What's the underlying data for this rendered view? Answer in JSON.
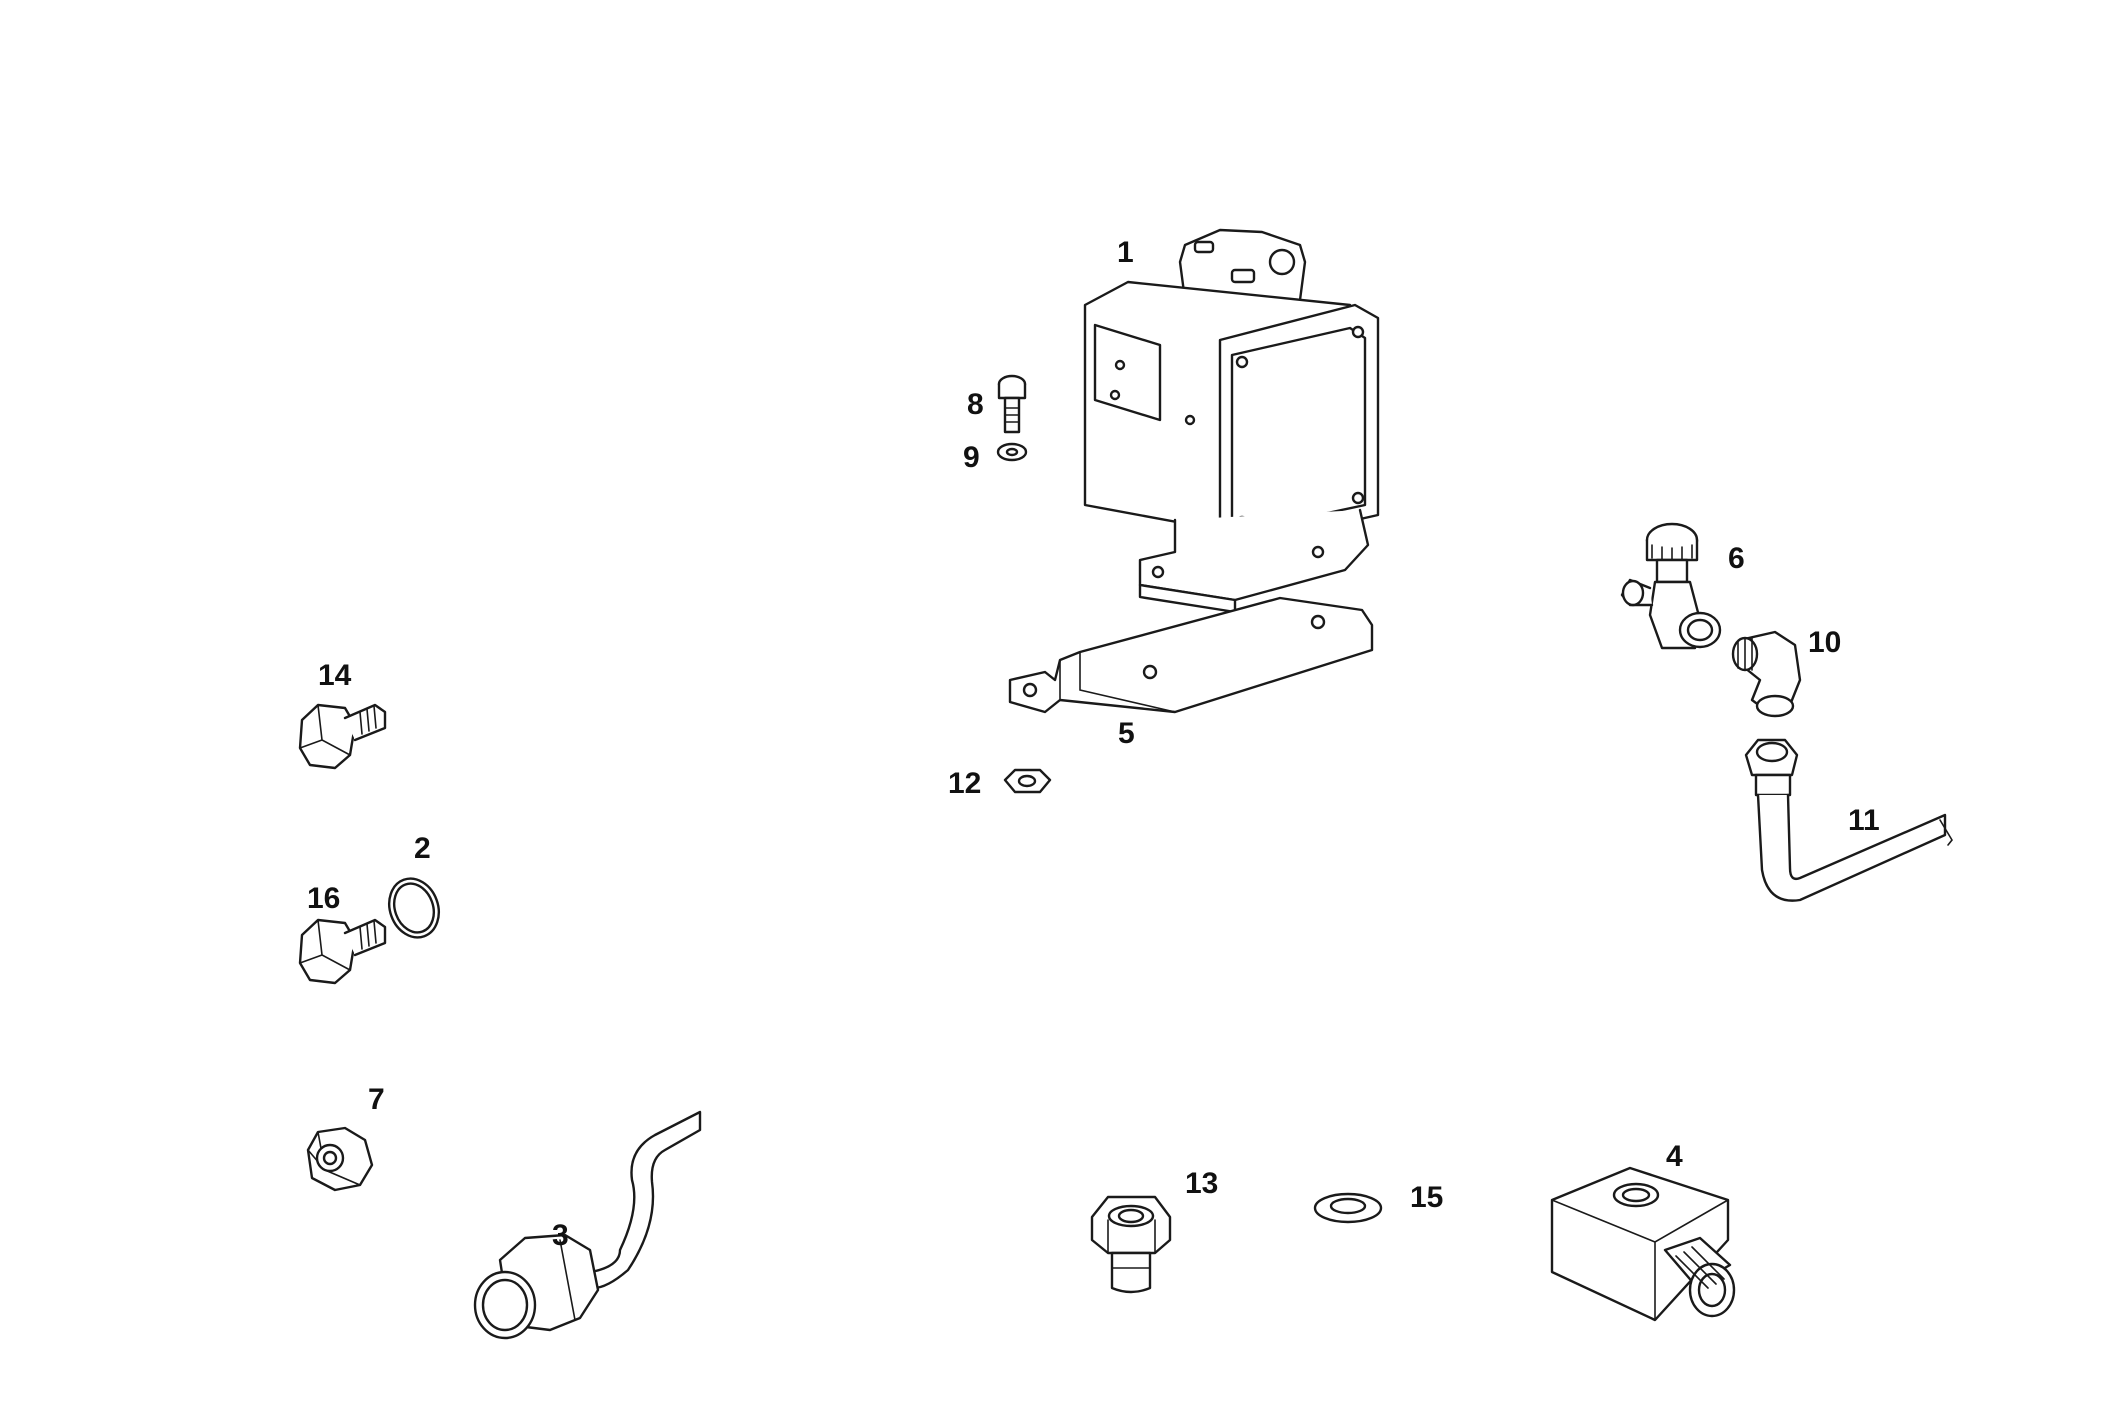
{
  "diagram": {
    "parts": [
      {
        "key": "p1",
        "label": "1"
      },
      {
        "key": "p2",
        "label": "2"
      },
      {
        "key": "p3",
        "label": "3"
      },
      {
        "key": "p4",
        "label": "4"
      },
      {
        "key": "p5",
        "label": "5"
      },
      {
        "key": "p6",
        "label": "6"
      },
      {
        "key": "p7",
        "label": "7"
      },
      {
        "key": "p8",
        "label": "8"
      },
      {
        "key": "p9",
        "label": "9"
      },
      {
        "key": "p10",
        "label": "10"
      },
      {
        "key": "p11",
        "label": "11"
      },
      {
        "key": "p12",
        "label": "12"
      },
      {
        "key": "p13",
        "label": "13"
      },
      {
        "key": "p14",
        "label": "14"
      },
      {
        "key": "p15",
        "label": "15"
      },
      {
        "key": "p16",
        "label": "16"
      }
    ]
  }
}
